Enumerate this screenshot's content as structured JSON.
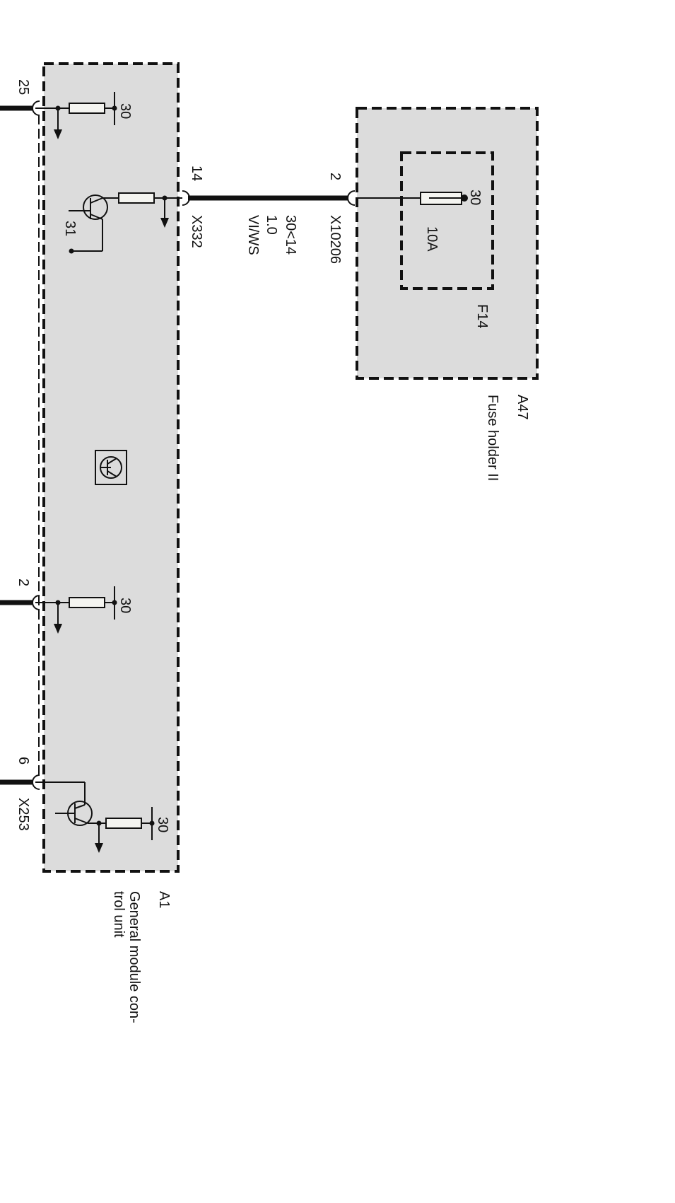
{
  "modules": {
    "a1": {
      "id": "A1",
      "name_line1": "General module con-",
      "name_line2": "trol unit",
      "connector": "X253",
      "fill": "#dcdcdc"
    },
    "a47": {
      "id": "A47",
      "name": "Fuse holder II",
      "fuse_id": "F14",
      "fuse_rating": "10A",
      "terminal": "30",
      "connector": "X10206",
      "pin": "2"
    }
  },
  "pins": {
    "p25": "25",
    "p2": "2",
    "p6": "6",
    "p14": "14"
  },
  "terminals": {
    "t30": "30",
    "t31": "31"
  },
  "wire": {
    "connector": "X332",
    "signal": "30<14",
    "gauge": "1.0",
    "color": "VI/WS"
  }
}
